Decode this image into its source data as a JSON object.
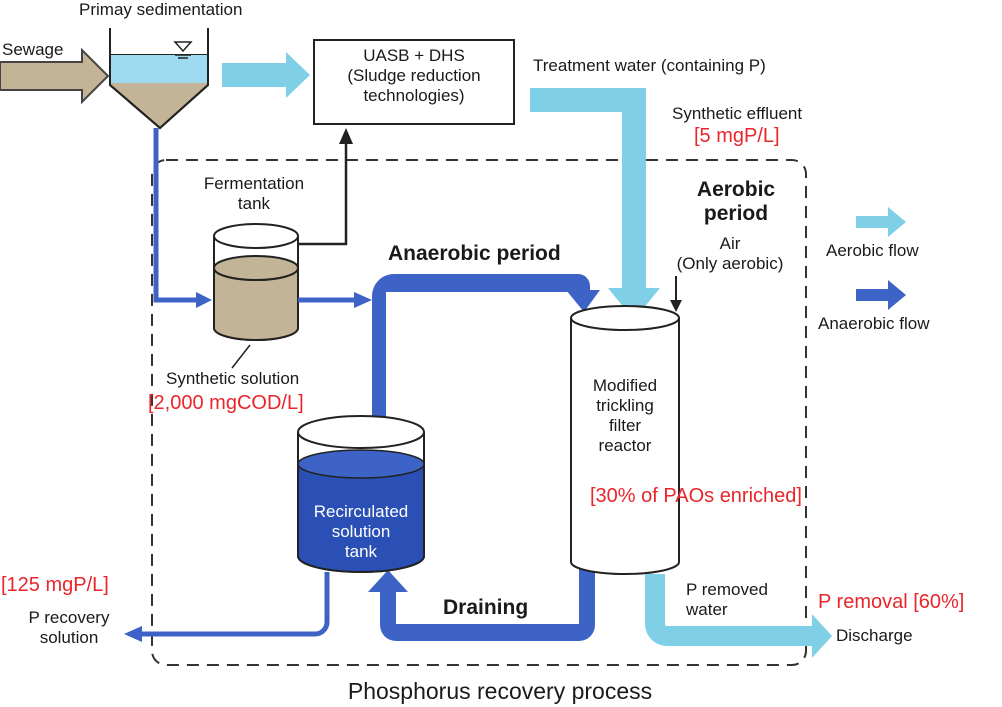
{
  "labels": {
    "primary_sedimentation": "Primay sedimentation",
    "sewage": "Sewage",
    "uasb_line1": "UASB + DHS",
    "uasb_line2": "(Sludge reduction",
    "uasb_line3": "technologies)",
    "treatment_water": "Treatment water (containing P)",
    "synthetic_effluent": "Synthetic effluent",
    "effluent_conc": "[5 mgP/L]",
    "fermentation_line1": "Fermentation",
    "fermentation_line2": "tank",
    "aerobic_period_line1": "Aerobic",
    "aerobic_period_line2": "period",
    "air_line1": "Air",
    "air_line2": "(Only aerobic)",
    "anaerobic_period": "Anaerobic period",
    "legend_aerobic": "Aerobic flow",
    "legend_anaerobic": "Anaerobic flow",
    "synthetic_solution": "Synthetic solution",
    "synthetic_conc": "[2,000 mgCOD/L]",
    "reactor_line1": "Modified",
    "reactor_line2": "trickling",
    "reactor_line3": "filter",
    "reactor_line4": "reactor",
    "paos": "[30% of PAOs enriched]",
    "recirc_line1": "Recirculated",
    "recirc_line2": "solution",
    "recirc_line3": "tank",
    "recovery_conc": "[125 mgP/L]",
    "p_recovery_line1": "P recovery",
    "p_recovery_line2": "solution",
    "draining": "Draining",
    "p_removed_line1": "P removed",
    "p_removed_line2": "water",
    "p_removal": "P removal [60%]",
    "discharge": "Discharge",
    "process_title": "Phosphorus recovery process"
  },
  "colors": {
    "aerobic_flow": "#7fcfe6",
    "anaerobic_flow": "#3d63c6",
    "anaerobic_dark": "#2a4fb5",
    "sludge": "#c4b497",
    "highlight_red": "#e8262b"
  }
}
